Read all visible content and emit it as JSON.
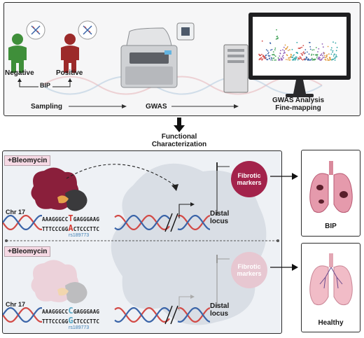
{
  "top": {
    "negative_label": "Negative",
    "positive_label": "Positive",
    "bip_label": "BIP",
    "sampling_label": "Sampling",
    "gwas_label": "GWAS",
    "analysis_label": "GWAS Analysis\nFine-mapping"
  },
  "transition_label": "Functional\nCharacterization",
  "upper_panel": {
    "treatment": "+Bleomycin",
    "chromosome": "Chr 17",
    "seq_top_left": "AAAGGGCC",
    "allele_top": "T",
    "seq_top_right": "GAGGGAAG",
    "seq_bottom_left": "TTTCCCGG",
    "allele_bottom": "A",
    "seq_bottom_right": "CTCCCTTC",
    "snp_id": "rs189773",
    "locus_label": "Distal\nlocus",
    "marker_label": "Fibrotic\nmarkers",
    "outcome": "BIP",
    "allele_color": "#d53a32"
  },
  "lower_panel": {
    "treatment": "+Bleomycin",
    "chromosome": "Chr 17",
    "seq_top_left": "AAAGGGCC",
    "allele_top": "C",
    "seq_top_right": "GAGGGAAG",
    "seq_bottom_left": "TTTCCCGG",
    "allele_bottom": "G",
    "seq_bottom_right": "CTCCCTTC",
    "snp_id": "rs189773",
    "locus_label": "Distal\nlocus",
    "marker_label": "Fibrotic\nmarkers",
    "outcome": "Healthy",
    "allele_color": "#5aa8c6"
  }
}
